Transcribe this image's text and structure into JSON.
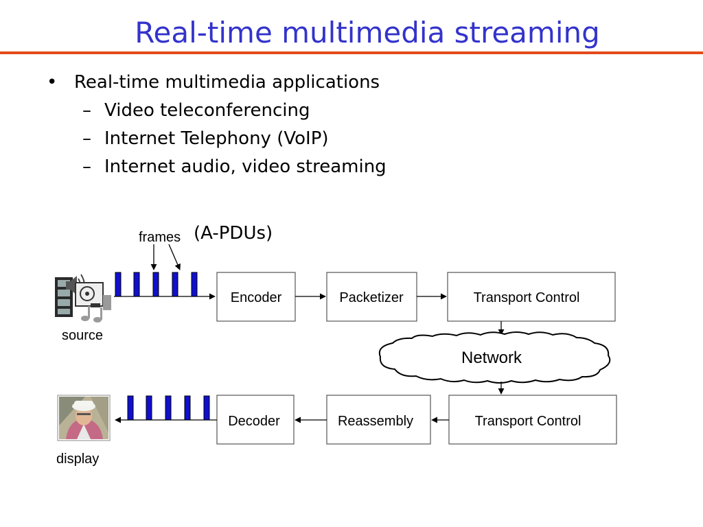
{
  "slide": {
    "title": "Real-time multimedia streaming",
    "accent_color": "#3333cc",
    "rule_color": "#e34a1c",
    "bullet": {
      "text": "Real-time multimedia applications",
      "sub_items": [
        "Video teleconferencing",
        "Internet Telephony (VoIP)",
        "Internet audio, video streaming"
      ]
    }
  },
  "diagram": {
    "annotation_frames": "frames",
    "annotation_apdus": "(A-PDUs)",
    "source_label": "source",
    "display_label": "display",
    "network_label": "Network",
    "sender_chain": [
      "Encoder",
      "Packetizer",
      "Transport Control"
    ],
    "receiver_chain": [
      "Decoder",
      "Reassembly",
      "Transport Control"
    ],
    "frame_color": "#1010cc",
    "source_icon": "multimedia-source-icon",
    "display_icon": "person-photo-icon"
  }
}
